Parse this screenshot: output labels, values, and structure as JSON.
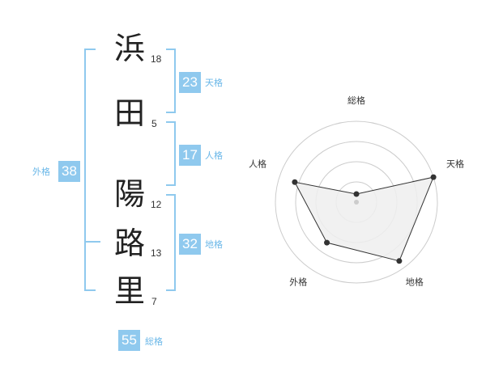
{
  "name": {
    "chars": [
      {
        "char": "浜",
        "strokes": "18"
      },
      {
        "char": "田",
        "strokes": "5"
      },
      {
        "char": "陽",
        "strokes": "12"
      },
      {
        "char": "路",
        "strokes": "13"
      },
      {
        "char": "里",
        "strokes": "7"
      }
    ]
  },
  "kakusu": {
    "tenkaku": {
      "value": "23",
      "label": "天格"
    },
    "jinkaku": {
      "value": "17",
      "label": "人格"
    },
    "chikaku": {
      "value": "32",
      "label": "地格"
    },
    "gaikaku": {
      "value": "38",
      "label": "外格"
    },
    "soukaku": {
      "value": "55",
      "label": "総格"
    }
  },
  "radar": {
    "axes": [
      "総格",
      "天格",
      "地格",
      "外格",
      "人格"
    ],
    "levels": 4,
    "values": [
      0.1,
      1.0,
      0.9,
      0.62,
      0.8
    ],
    "colors": {
      "fill": "#efefef",
      "stroke": "#333333",
      "grid": "#cccccc",
      "point": "#333333"
    }
  },
  "colors": {
    "accent": "#8fc9ee",
    "label": "#6ab7e8"
  }
}
